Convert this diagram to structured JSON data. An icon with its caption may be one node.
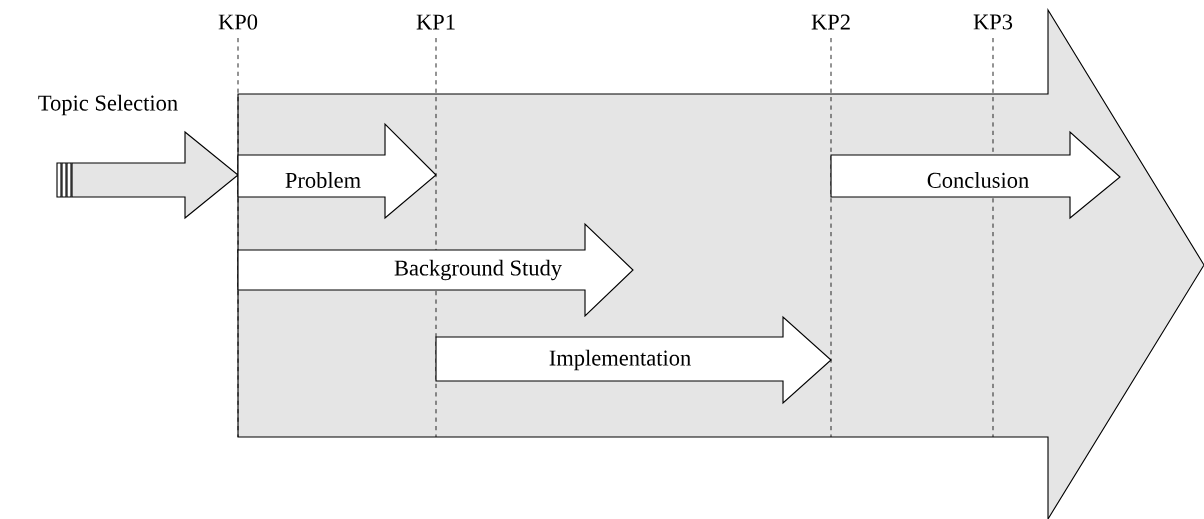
{
  "diagram": {
    "nodes": [
      {
        "text": [],
        "shape": "arrow"
      },
      {
        "text": [
          "Topic Selection"
        ]
      },
      {
        "text": [
          "Problem"
        ],
        "in": 0
      },
      {
        "text": [
          "Background Study"
        ],
        "in": 0
      },
      {
        "text": [
          "Implementation"
        ],
        "in": 0
      },
      {
        "text": [
          "Conclusion"
        ],
        "in": 0
      }
    ],
    "edges": [],
    "labels": [
      "KP0",
      "KP1",
      "KP2",
      "KP3"
    ]
  }
}
